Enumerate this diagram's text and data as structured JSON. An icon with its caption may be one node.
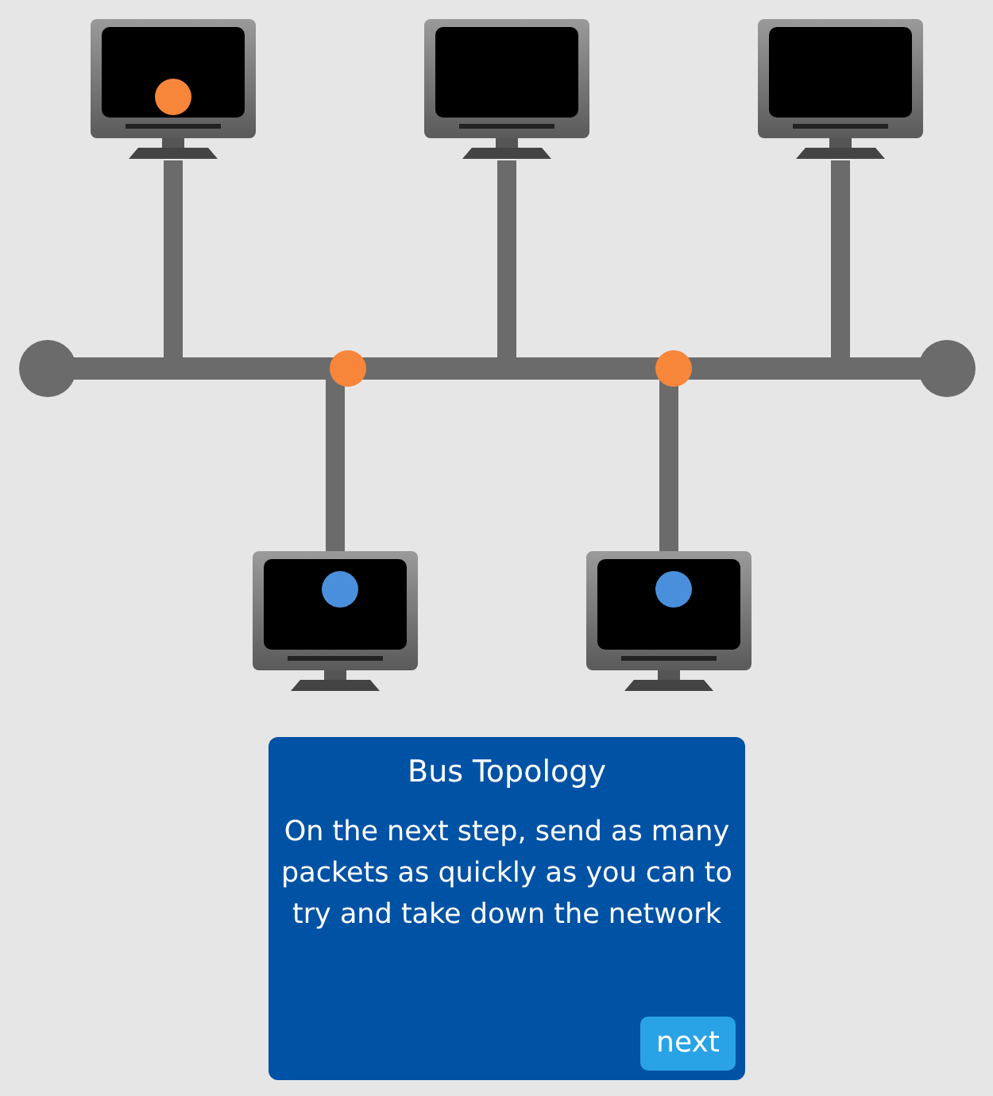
{
  "diagram": {
    "nodes": [
      {
        "text": [],
        "shape": "picture"
      },
      {
        "text": [],
        "shape": "picture"
      },
      {
        "text": [],
        "shape": "picture"
      },
      {
        "text": [],
        "shape": "bar"
      },
      {
        "text": [],
        "shape": "picture"
      },
      {
        "text": [],
        "shape": "picture"
      },
      {
        "text": [
          "Bus Topology",
          "On the next step, send as many packets as quickly as you can to try and take down the network"
        ]
      },
      {
        "text": [
          "next"
        ],
        "in": 6
      }
    ],
    "edges": [
      {
        "from": 0,
        "to": 3,
        "arrow": "none"
      },
      {
        "from": 1,
        "to": 3,
        "arrow": "none"
      },
      {
        "from": 2,
        "to": 3,
        "arrow": "none"
      },
      {
        "from": 4,
        "to": 3,
        "arrow": "none"
      },
      {
        "from": 5,
        "to": 3,
        "arrow": "none"
      }
    ]
  }
}
